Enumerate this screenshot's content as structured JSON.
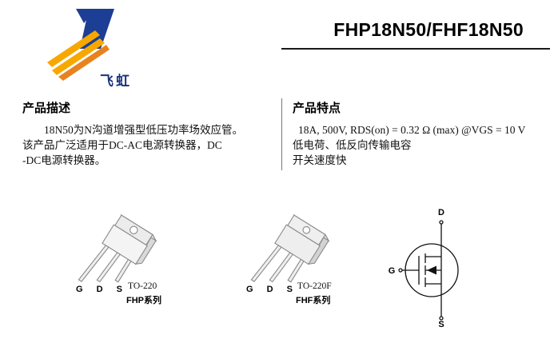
{
  "header": {
    "title": "FHP18N50/FHF18N50",
    "brand": "飞虹"
  },
  "description": {
    "heading": "产品描述",
    "lines": [
      "18N50为N沟道增强型低压功率场效应管。",
      "该产品广泛适用于DC-AC电源转换器，DC",
      "-DC电源转换器。"
    ]
  },
  "features": {
    "heading": "产品特点",
    "items": [
      "18A, 500V, RDS(on) = 0.32 Ω (max) @VGS = 10 V",
      "低电荷、低反向传输电容",
      "开关速度快"
    ]
  },
  "figures": {
    "package1": {
      "pins": "G D S",
      "name": "TO-220",
      "series": "FHP系列"
    },
    "package2": {
      "pins": "G D S",
      "name": "TO-220F",
      "series": "FHF系列"
    },
    "symbol": {
      "drain": "D",
      "gate": "G",
      "source": "S"
    }
  },
  "colors": {
    "brand_blue": "#1c3e94",
    "brand_yellow": "#f6a800",
    "brand_orange": "#e8821e"
  }
}
